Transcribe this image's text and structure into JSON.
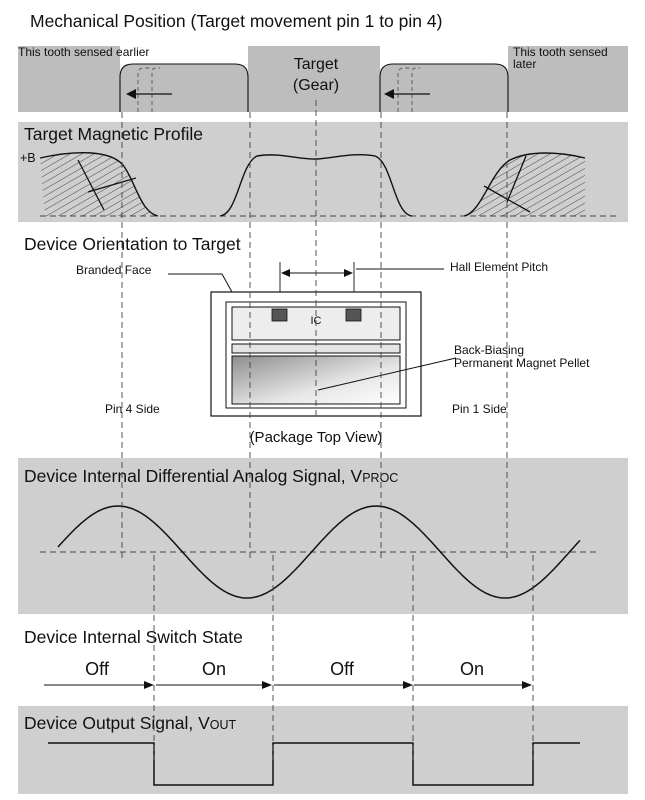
{
  "sections": {
    "mechanical": {
      "title": "Mechanical Position (Target movement pin 1 to pin 4)",
      "left_note": "This tooth sensed earlier",
      "right_note_line1": "This tooth sensed",
      "right_note_line2": "later",
      "target_line1": "Target",
      "target_line2": "(Gear)"
    },
    "magnetic": {
      "title": "Target Magnetic Profile",
      "axis_label": "+B"
    },
    "orientation": {
      "title": "Device Orientation to Target",
      "branded_face": "Branded Face",
      "hall_pitch": "Hall Element Pitch",
      "ic_label": "IC",
      "magnet_line1": "Back-Biasing",
      "magnet_line2": "Permanent Magnet Pellet",
      "pin4": "Pin 4 Side",
      "pin1": "Pin 1 Side",
      "view": "(Package Top View)"
    },
    "analog": {
      "title_main": "Device Internal Differential Analog Signal, V",
      "title_sub": "PROC"
    },
    "switch": {
      "title": "Device Internal Switch State",
      "states": [
        "Off",
        "On",
        "Off",
        "On"
      ]
    },
    "output": {
      "title_main": "Device Output Signal, V",
      "title_sub": "OUT"
    }
  },
  "colors": {
    "panel": "#cfcfcf",
    "gear": "#bdbdbd",
    "line": "#111111",
    "sensor": "#555555"
  }
}
